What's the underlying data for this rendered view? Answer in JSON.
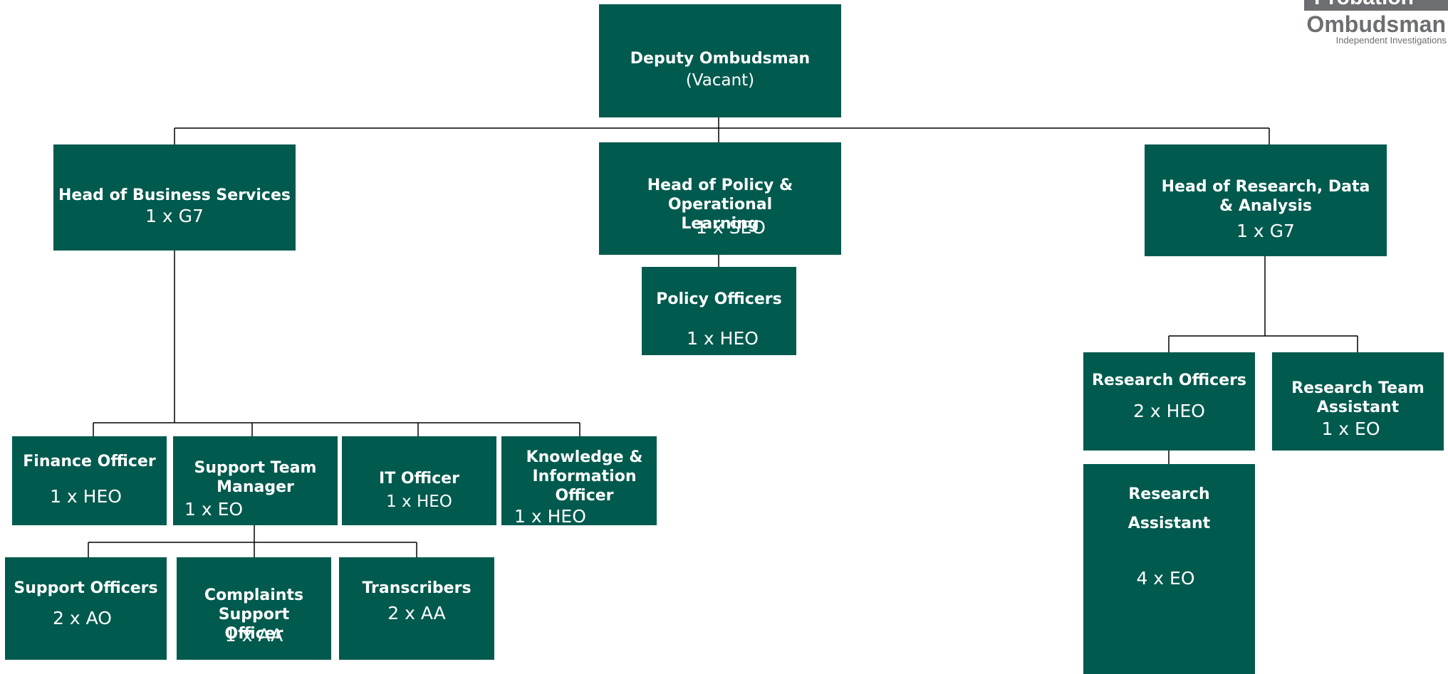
{
  "logo": {
    "line1": "Probation",
    "line2": "Ombudsman",
    "tagline": "Independent Investigations"
  },
  "colors": {
    "box": "#005a4e",
    "connector": "#000000",
    "logo_grey": "#6d6e71"
  },
  "org": {
    "deputy": {
      "title": "Deputy Ombudsman",
      "grade": "(Vacant)"
    },
    "business": {
      "title": "Head of Business Services",
      "grade": "1 x G7"
    },
    "policy_head": {
      "title": "Head of Policy & Operational Learning",
      "grade": "1 x SEO"
    },
    "research_head": {
      "title": "Head of Research, Data & Analysis",
      "grade": "1 x G7"
    },
    "policy_officers": {
      "title": "Policy Officers",
      "grade": "1 x HEO"
    },
    "finance": {
      "title": "Finance Officer",
      "grade": "1 x HEO"
    },
    "support_manager": {
      "title": "Support Team Manager",
      "grade": "1 x EO"
    },
    "it": {
      "title": "IT Officer",
      "grade": "1 x HEO"
    },
    "knowledge": {
      "title": "Knowledge & Information Officer",
      "grade": "1 x HEO"
    },
    "support_officers": {
      "title": "Support Officers",
      "grade": "2 x AO"
    },
    "complaints": {
      "title": "Complaints Support Officer",
      "grade": "1 x AA"
    },
    "transcribers": {
      "title": "Transcribers",
      "grade": "2 x AA"
    },
    "research_officers": {
      "title": "Research Officers",
      "grade": "2 x HEO"
    },
    "research_team_assistant": {
      "title": "Research Team Assistant",
      "grade": "1 x EO"
    },
    "research_assistant": {
      "title": "Research Assistant",
      "grade": "4 x EO"
    }
  }
}
